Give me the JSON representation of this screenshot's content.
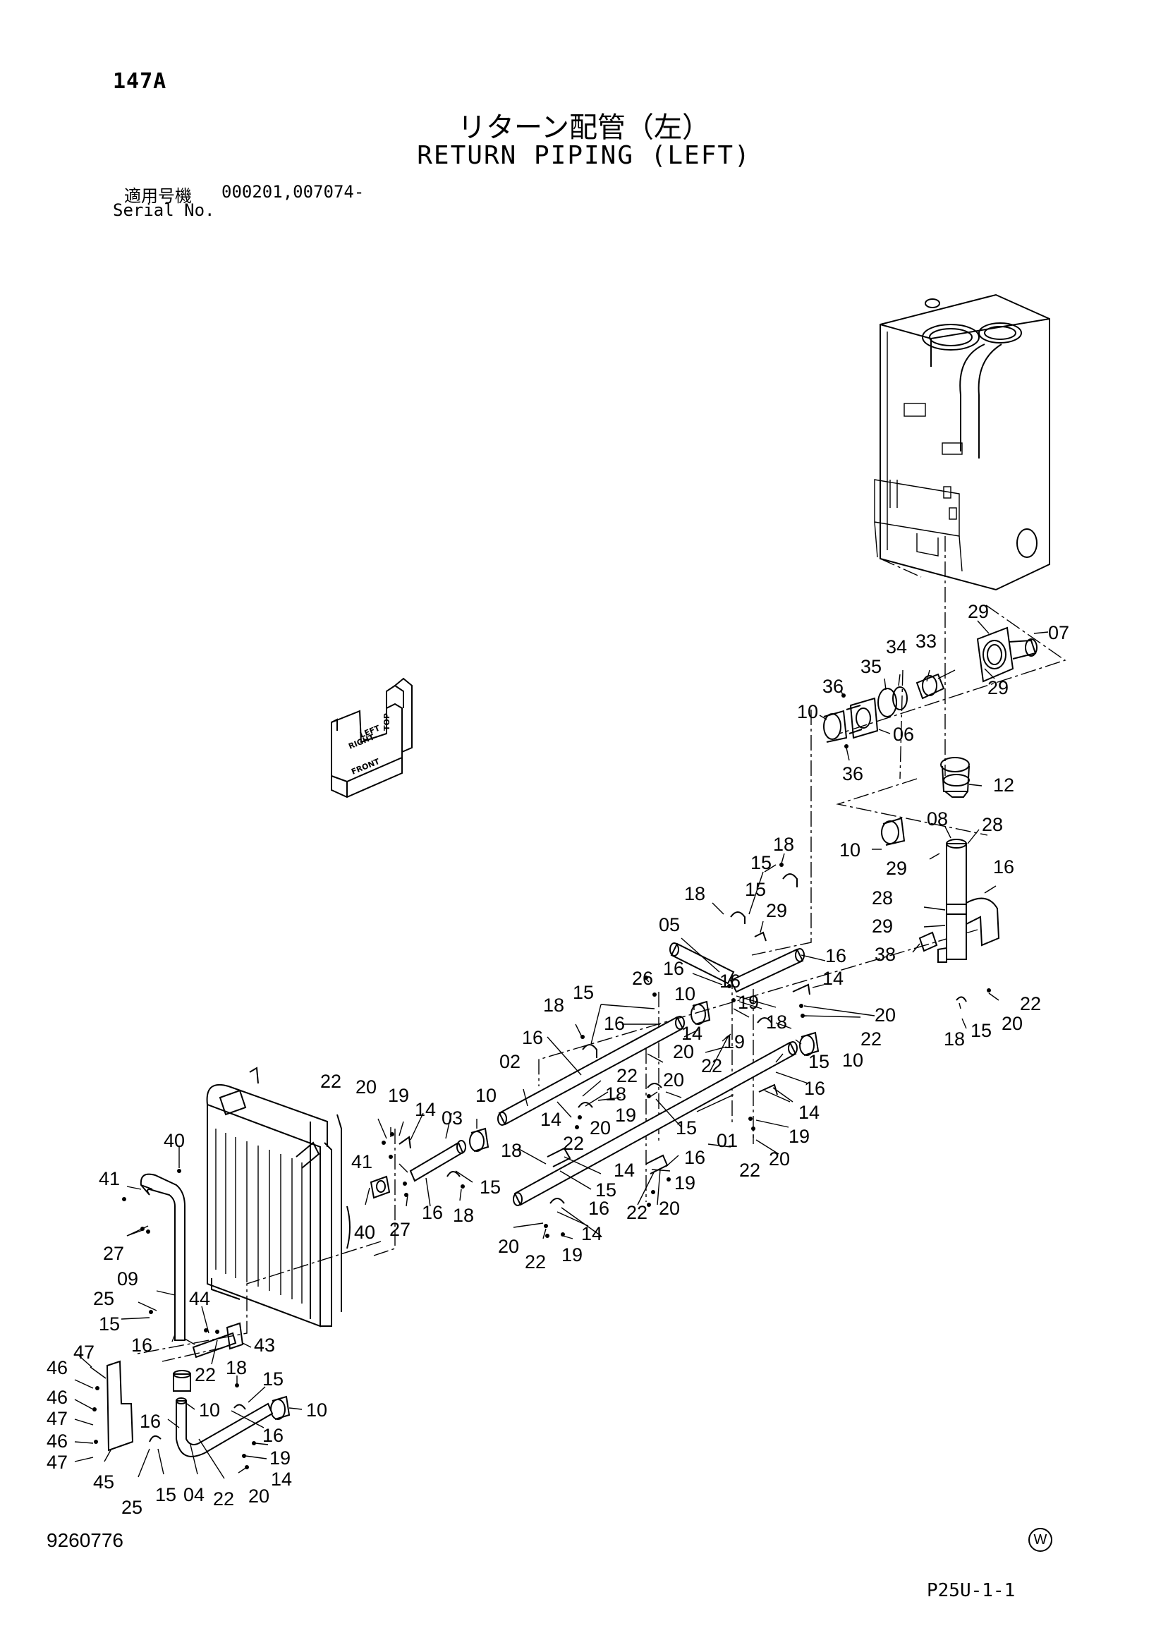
{
  "header": {
    "page_code": "147A",
    "title_jp": "リターン配管（左）",
    "title_en": "RETURN PIPING (LEFT)",
    "serial_label_jp": "適用号機",
    "serial_value": "000201,007074-",
    "serial_label_en": "Serial No."
  },
  "orientation_labels": [
    "LEFT",
    "TOP",
    "RIGHT",
    "FRONT"
  ],
  "callouts": [
    "01",
    "02",
    "03",
    "04",
    "05",
    "06",
    "07",
    "08",
    "09",
    "10",
    "12",
    "14",
    "15",
    "16",
    "18",
    "19",
    "20",
    "22",
    "25",
    "26",
    "27",
    "28",
    "29",
    "33",
    "34",
    "35",
    "36",
    "38",
    "40",
    "41",
    "43",
    "44",
    "45",
    "46",
    "47"
  ],
  "footer": {
    "doc_number": "9260776",
    "w_mark": "W",
    "page_ref": "P25U-1-1"
  }
}
